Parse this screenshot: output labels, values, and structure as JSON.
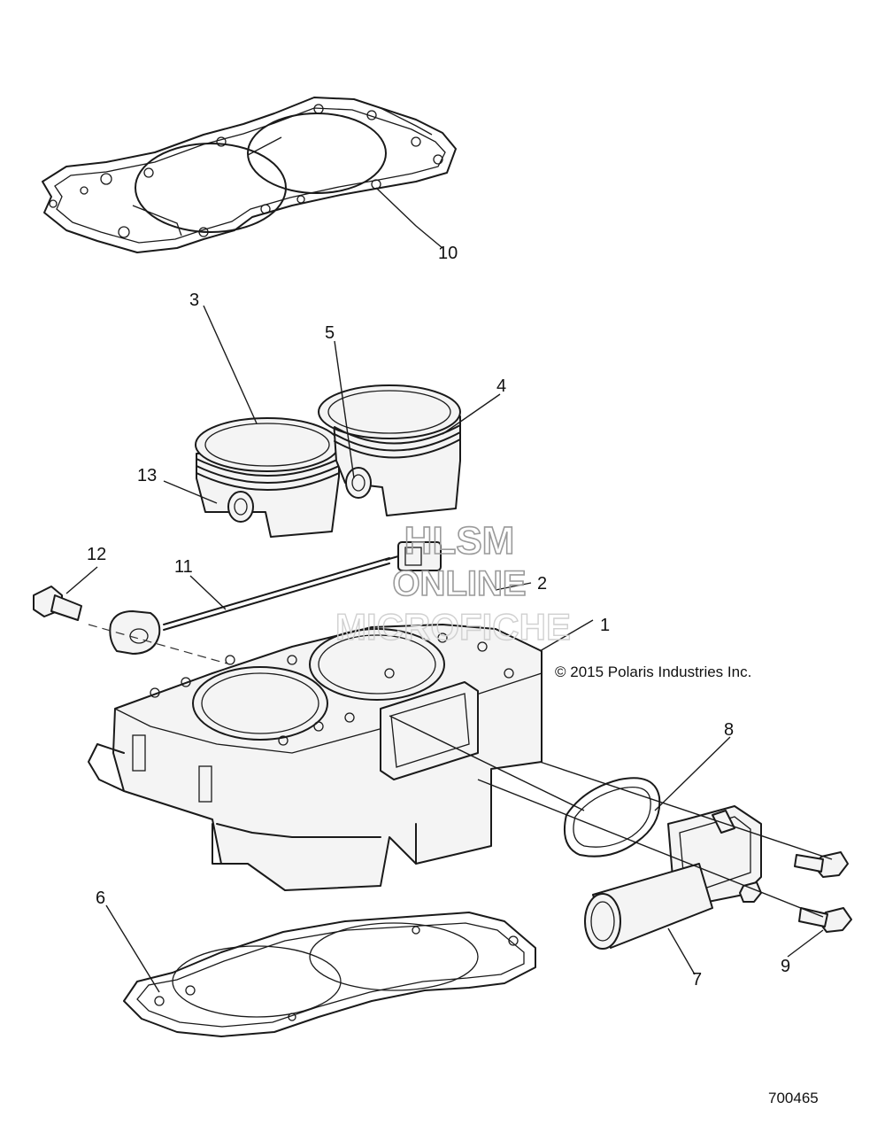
{
  "callouts": [
    {
      "id": "1",
      "label": "1"
    },
    {
      "id": "2",
      "label": "2"
    },
    {
      "id": "3",
      "label": "3"
    },
    {
      "id": "4",
      "label": "4"
    },
    {
      "id": "5",
      "label": "5"
    },
    {
      "id": "6",
      "label": "6"
    },
    {
      "id": "7",
      "label": "7"
    },
    {
      "id": "8",
      "label": "8"
    },
    {
      "id": "9",
      "label": "9"
    },
    {
      "id": "10",
      "label": "10"
    },
    {
      "id": "11",
      "label": "11"
    },
    {
      "id": "12",
      "label": "12"
    },
    {
      "id": "13",
      "label": "13"
    }
  ],
  "copyright": "© 2015 Polaris Industries Inc.",
  "figure_number": "700465",
  "watermark": {
    "line1": "HLSM",
    "line2": "ONLINE",
    "line3": "MICROFICHE"
  }
}
